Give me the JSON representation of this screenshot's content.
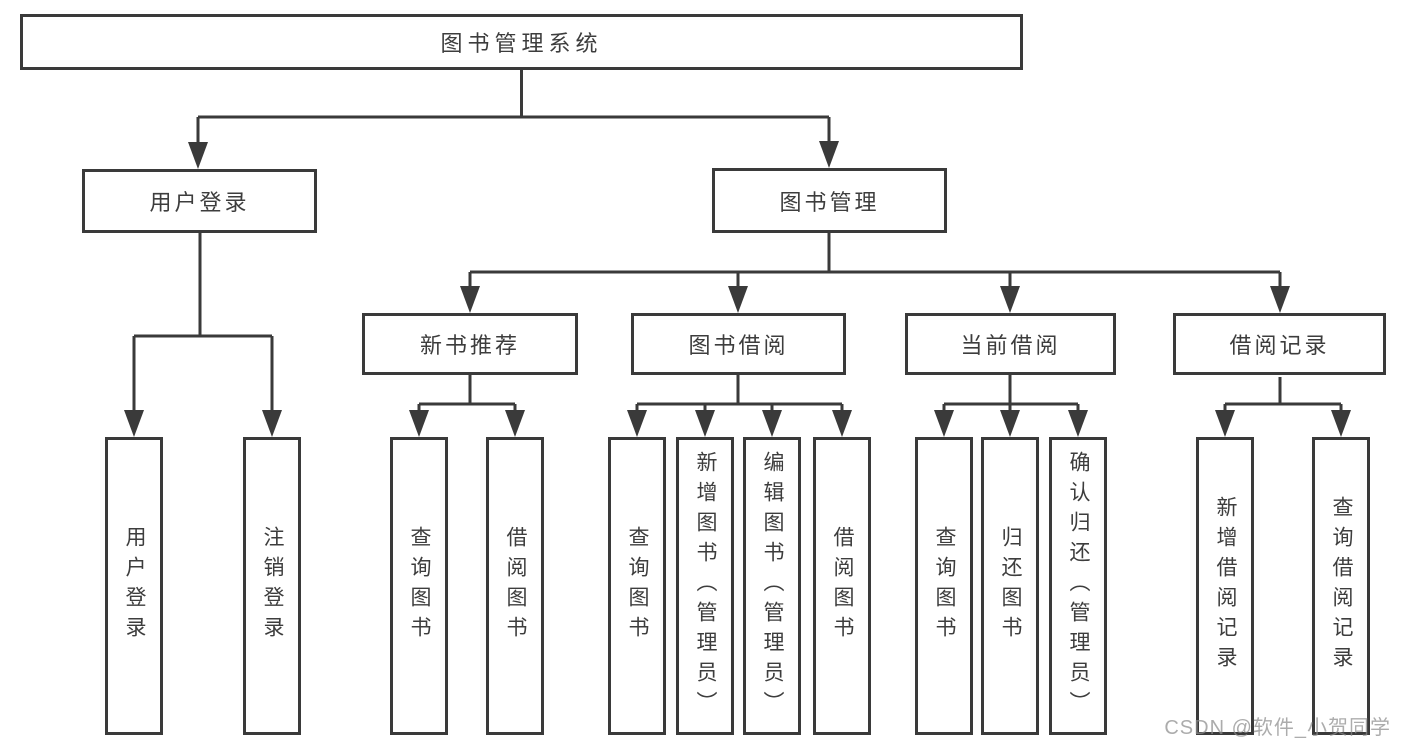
{
  "diagram": {
    "root": {
      "label": "图书管理系统"
    },
    "branches": [
      {
        "label": "用户登录",
        "children": [
          {
            "label": "用户登录"
          },
          {
            "label": "注销登录"
          }
        ]
      },
      {
        "label": "图书管理",
        "children": [
          {
            "label": "新书推荐",
            "children": [
              {
                "label": "查询图书"
              },
              {
                "label": "借阅图书"
              }
            ]
          },
          {
            "label": "图书借阅",
            "children": [
              {
                "label": "查询图书"
              },
              {
                "label": "新增图书（管理员）"
              },
              {
                "label": "编辑图书（管理员）"
              },
              {
                "label": "借阅图书"
              }
            ]
          },
          {
            "label": "当前借阅",
            "children": [
              {
                "label": "查询图书"
              },
              {
                "label": "归还图书"
              },
              {
                "label": "确认归还（管理员）"
              }
            ]
          },
          {
            "label": "借阅记录",
            "children": [
              {
                "label": "新增借阅记录"
              },
              {
                "label": "查询借阅记录"
              }
            ]
          }
        ]
      }
    ]
  },
  "watermark": {
    "text": "CSDN @软件_小贺同学"
  },
  "colors": {
    "line": "#3a3a3a",
    "box_border": "#3a3a3a",
    "text": "#3d3d3d",
    "background": "#ffffff",
    "watermark": "#8c8c8c"
  }
}
